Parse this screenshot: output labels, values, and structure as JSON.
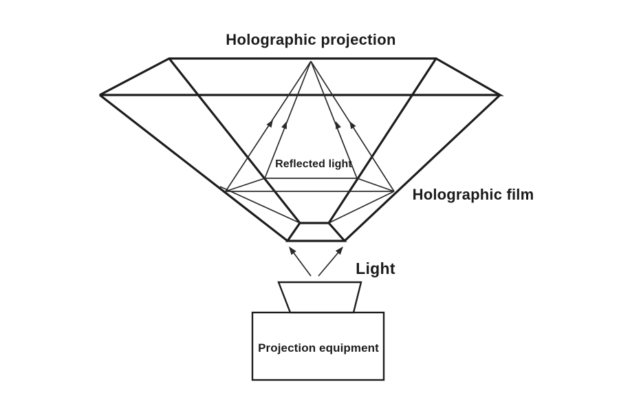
{
  "diagram": {
    "title": "Holographic projection",
    "labels": {
      "reflected_light": "Reflected light",
      "holographic_film": "Holographic film",
      "light": "Light",
      "projection_equipment": "Projection equipment"
    },
    "colors": {
      "background": "#ffffff",
      "line": "#1d1d1d",
      "thin_line": "#2a2a2a",
      "text": "#1b1b1b"
    }
  }
}
